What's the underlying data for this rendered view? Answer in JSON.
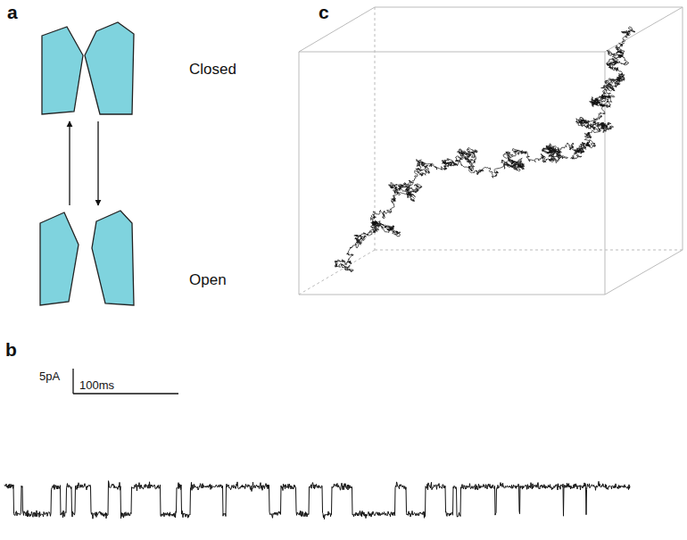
{
  "diagram": {
    "nodes": [
      {
        "text": [
          "Closed"
        ]
      },
      {
        "text": [
          "Open"
        ]
      }
    ],
    "edges": [
      {
        "from": 1,
        "to": 0,
        "arrow": "to"
      },
      {
        "from": 0,
        "to": 1,
        "arrow": "to"
      }
    ],
    "labels": [
      "a",
      "c",
      "b",
      "5pA",
      "100ms"
    ]
  }
}
